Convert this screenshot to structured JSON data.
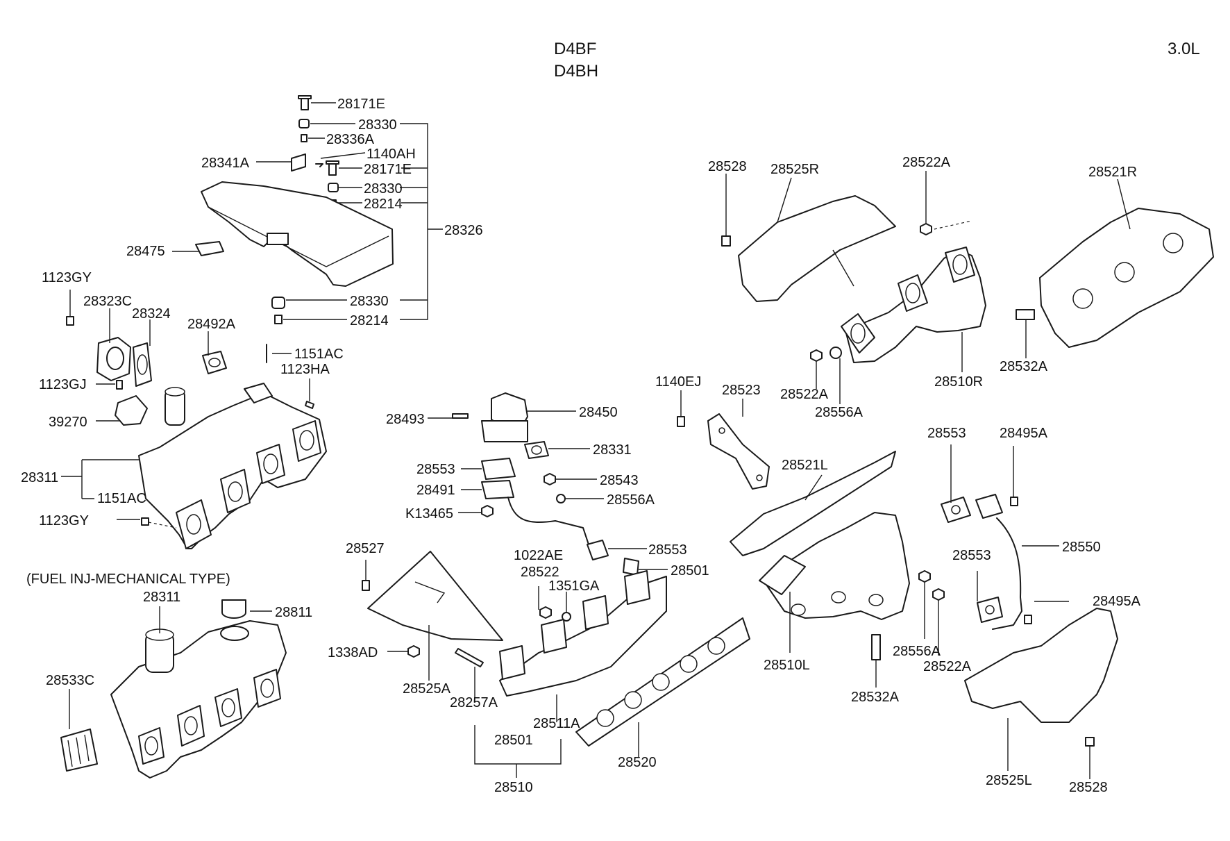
{
  "header": {
    "engine_1": "D4BF",
    "engine_2": "D4BH",
    "displacement": "3.0L",
    "variant_note": "(FUEL INJ-MECHANICAL TYPE)"
  },
  "labels": {
    "p28171E_a": "28171E",
    "p28330_a": "28330",
    "p28336A": "28336A",
    "p1140AH": "1140AH",
    "p28341A": "28341A",
    "p28171E_b": "28171E",
    "p28330_b": "28330",
    "p28214_a": "28214",
    "p28326": "28326",
    "p28475": "28475",
    "p28330_c": "28330",
    "p28214_b": "28214",
    "p1123GY_a": "1123GY",
    "p28323C": "28323C",
    "p28324": "28324",
    "p28492A": "28492A",
    "p1151AC_a": "1151AC",
    "p1123HA": "1123HA",
    "p1123GJ": "1123GJ",
    "p39270": "39270",
    "p28311_a": "28311",
    "p1151AC_b": "1151AC",
    "p1123GY_b": "1123GY",
    "p28311_b": "28311",
    "p28811": "28811",
    "p28533C": "28533C",
    "p28493": "28493",
    "p28450": "28450",
    "p28331": "28331",
    "p28553_a": "28553",
    "p28491": "28491",
    "p28543": "28543",
    "p28556A_a": "28556A",
    "pK13465": "K13465",
    "p28527": "28527",
    "p1022AE": "1022AE",
    "p28522": "28522",
    "p1351GA": "1351GA",
    "p28553_b": "28553",
    "p28501_a": "28501",
    "p1338AD": "1338AD",
    "p28525A": "28525A",
    "p28257A": "28257A",
    "p28511A": "28511A",
    "p28501_b": "28501",
    "p28510": "28510",
    "p28520": "28520",
    "p28528_a": "28528",
    "p28525R": "28525R",
    "p28522A_a": "28522A",
    "p28521R": "28521R",
    "p28522A_b": "28522A",
    "p28556A_b": "28556A",
    "p28510R": "28510R",
    "p28532A_a": "28532A",
    "p1140EJ": "1140EJ",
    "p28523": "28523",
    "p28521L": "28521L",
    "p28553_c": "28553",
    "p28495A_a": "28495A",
    "p28550": "28550",
    "p28553_d": "28553",
    "p28495A_b": "28495A",
    "p28510L": "28510L",
    "p28532A_b": "28532A",
    "p28556A_c": "28556A",
    "p28522A_c": "28522A",
    "p28525L": "28525L",
    "p28528_b": "28528"
  }
}
